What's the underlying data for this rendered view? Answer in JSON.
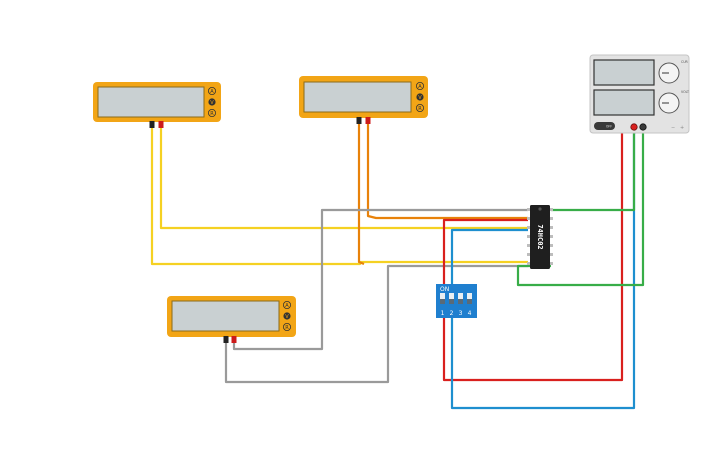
{
  "colors": {
    "multimeter_body": "#f2a516",
    "display": "#c9d0d2",
    "wire_yellow": "#f5d122",
    "wire_orange": "#e8820a",
    "wire_red": "#d9201e",
    "wire_green": "#38ad48",
    "wire_blue": "#1e8fcf",
    "wire_gray": "#9a9a9a",
    "chip": "#1f1f1f",
    "dip_switch": "#1f7fcf",
    "psu_body": "#e3e3e3"
  },
  "multimeters": [
    {
      "name": "multimeter-1",
      "mode_buttons": [
        "A",
        "V",
        "R"
      ]
    },
    {
      "name": "multimeter-2",
      "mode_buttons": [
        "A",
        "V",
        "R"
      ]
    },
    {
      "name": "multimeter-3",
      "mode_buttons": [
        "A",
        "V",
        "R"
      ]
    }
  ],
  "chip": {
    "label": "74HC02"
  },
  "dip_switch": {
    "on_label": "ON",
    "switch_numbers": [
      "1",
      "2",
      "3",
      "4"
    ]
  },
  "power_supply": {
    "power_button_label": "OFF",
    "knob_labels": [
      "CUR",
      "VOLT"
    ]
  }
}
